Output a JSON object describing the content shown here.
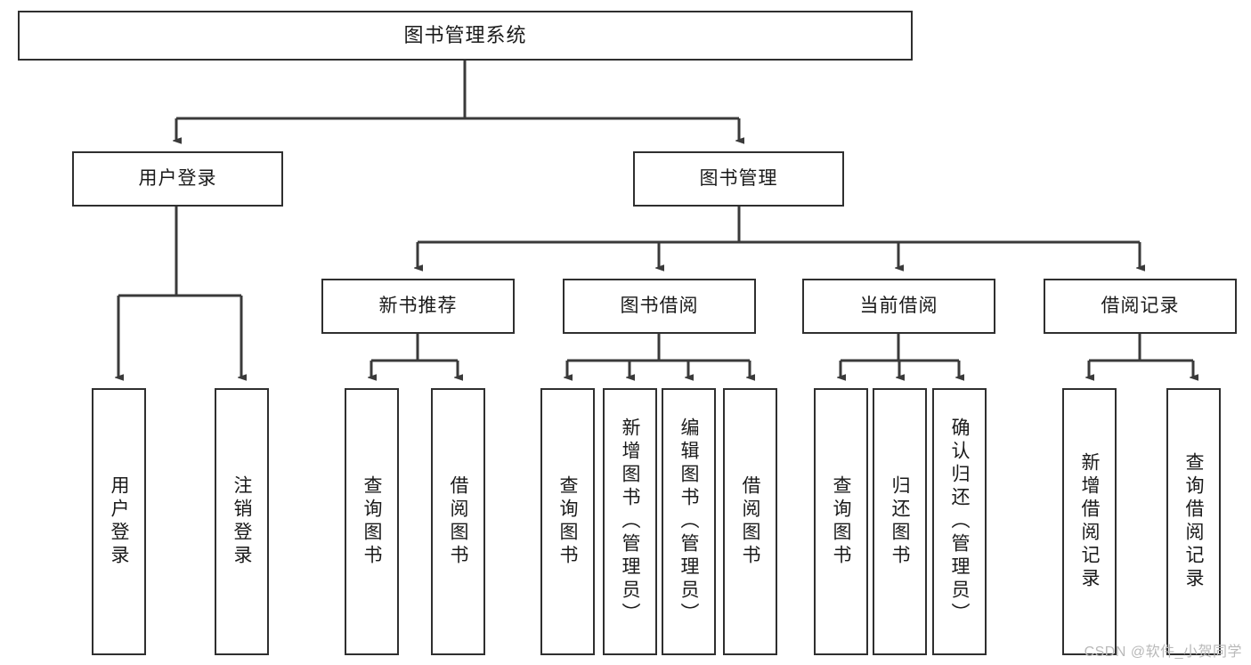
{
  "diagram": {
    "type": "tree",
    "title": "图书管理系统",
    "watermark": "CSDN @软件_小贺同学",
    "colors": {
      "box_border": "#2f2f2f",
      "box_fill": "#ffffff",
      "edge": "#3a3a3a",
      "text": "#1a1a1a",
      "watermark": "#b9b9b9",
      "background": "#ffffff"
    },
    "nodes": {
      "root": {
        "label": "图书管理系统",
        "level": 1
      },
      "l2": [
        {
          "id": "user-login",
          "label": "用户登录",
          "level": 2
        },
        {
          "id": "book-manage",
          "label": "图书管理",
          "level": 2
        }
      ],
      "l3": [
        {
          "id": "new-book-rec",
          "label": "新书推荐",
          "level": 3,
          "parent": "book-manage"
        },
        {
          "id": "book-borrow",
          "label": "图书借阅",
          "level": 3,
          "parent": "book-manage"
        },
        {
          "id": "current-borrow",
          "label": "当前借阅",
          "level": 3,
          "parent": "book-manage"
        },
        {
          "id": "borrow-record",
          "label": "借阅记录",
          "level": 3,
          "parent": "book-manage"
        }
      ],
      "leaves": [
        {
          "id": "leaf-user-login",
          "label": "用户登录",
          "parent": "user-login"
        },
        {
          "id": "leaf-user-logout",
          "label": "注销登录",
          "parent": "user-login"
        },
        {
          "id": "leaf-query-book-1",
          "label": "查询图书",
          "parent": "new-book-rec"
        },
        {
          "id": "leaf-borrow-book-1",
          "label": "借阅图书",
          "parent": "new-book-rec"
        },
        {
          "id": "leaf-query-book-2",
          "label": "查询图书",
          "parent": "book-borrow"
        },
        {
          "id": "leaf-add-book",
          "label": "新增图书（管理员）",
          "parent": "book-borrow"
        },
        {
          "id": "leaf-edit-book",
          "label": "编辑图书（管理员）",
          "parent": "book-borrow"
        },
        {
          "id": "leaf-borrow-book-2",
          "label": "借阅图书",
          "parent": "book-borrow"
        },
        {
          "id": "leaf-query-book-3",
          "label": "查询图书",
          "parent": "current-borrow"
        },
        {
          "id": "leaf-return-book",
          "label": "归还图书",
          "parent": "current-borrow"
        },
        {
          "id": "leaf-confirm-return",
          "label": "确认归还（管理员）",
          "parent": "current-borrow"
        },
        {
          "id": "leaf-add-record",
          "label": "新增借阅记录",
          "parent": "borrow-record"
        },
        {
          "id": "leaf-query-record",
          "label": "查询借阅记录",
          "parent": "borrow-record"
        }
      ]
    }
  }
}
